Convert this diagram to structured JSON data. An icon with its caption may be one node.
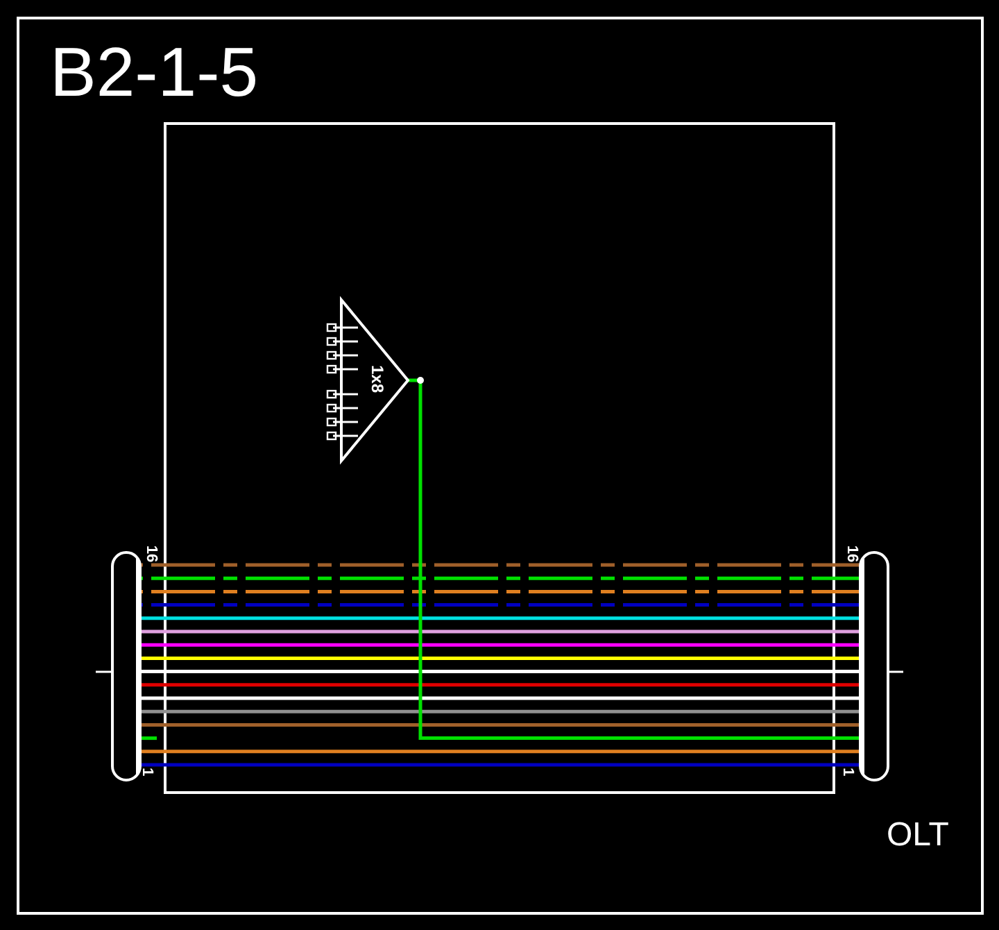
{
  "diagram": {
    "title": "B2-1-5",
    "nodes": [
      {
        "text": [],
        "shape": "box"
      },
      {
        "text": [
          "1x8"
        ],
        "in": 0
      },
      {
        "text": [
          "16",
          "1"
        ]
      },
      {
        "text": [
          "16",
          "1"
        ]
      }
    ],
    "edges": [
      {
        "from": 2,
        "to": 3,
        "arrow": "none",
        "style": "dashed",
        "color": "#a0602a"
      },
      {
        "from": 2,
        "to": 3,
        "arrow": "none",
        "style": "dashed",
        "color": "#00e000"
      },
      {
        "from": 2,
        "to": 3,
        "arrow": "none",
        "style": "dashed",
        "color": "#e08020"
      },
      {
        "from": 2,
        "to": 3,
        "arrow": "none",
        "style": "dashed",
        "color": "#0000c0"
      },
      {
        "from": 2,
        "to": 3,
        "arrow": "none",
        "color": "#00e0e0"
      },
      {
        "from": 2,
        "to": 3,
        "arrow": "none",
        "color": "#e0a0e0"
      },
      {
        "from": 2,
        "to": 3,
        "arrow": "none",
        "color": "#ff00ff"
      },
      {
        "from": 2,
        "to": 3,
        "arrow": "none",
        "color": "#ffff00"
      },
      {
        "from": 2,
        "to": 3,
        "arrow": "none",
        "color": "#ffffff"
      },
      {
        "from": 2,
        "to": 3,
        "arrow": "none",
        "color": "#e00000"
      },
      {
        "from": 2,
        "to": 3,
        "arrow": "none",
        "color": "#ffffff"
      },
      {
        "from": 2,
        "to": 3,
        "arrow": "none",
        "color": "#909090"
      },
      {
        "from": 2,
        "to": 3,
        "arrow": "none",
        "color": "#a0602a"
      },
      {
        "from": 2,
        "to": null,
        "arrow": "none",
        "color": "#00e000"
      },
      {
        "from": 1,
        "to": 3,
        "arrow": "none",
        "color": "#00e000"
      },
      {
        "from": 2,
        "to": 3,
        "arrow": "none",
        "color": "#e08020"
      },
      {
        "from": 2,
        "to": 3,
        "arrow": "none",
        "color": "#0000c0"
      }
    ],
    "labels": [
      "OLT"
    ]
  }
}
